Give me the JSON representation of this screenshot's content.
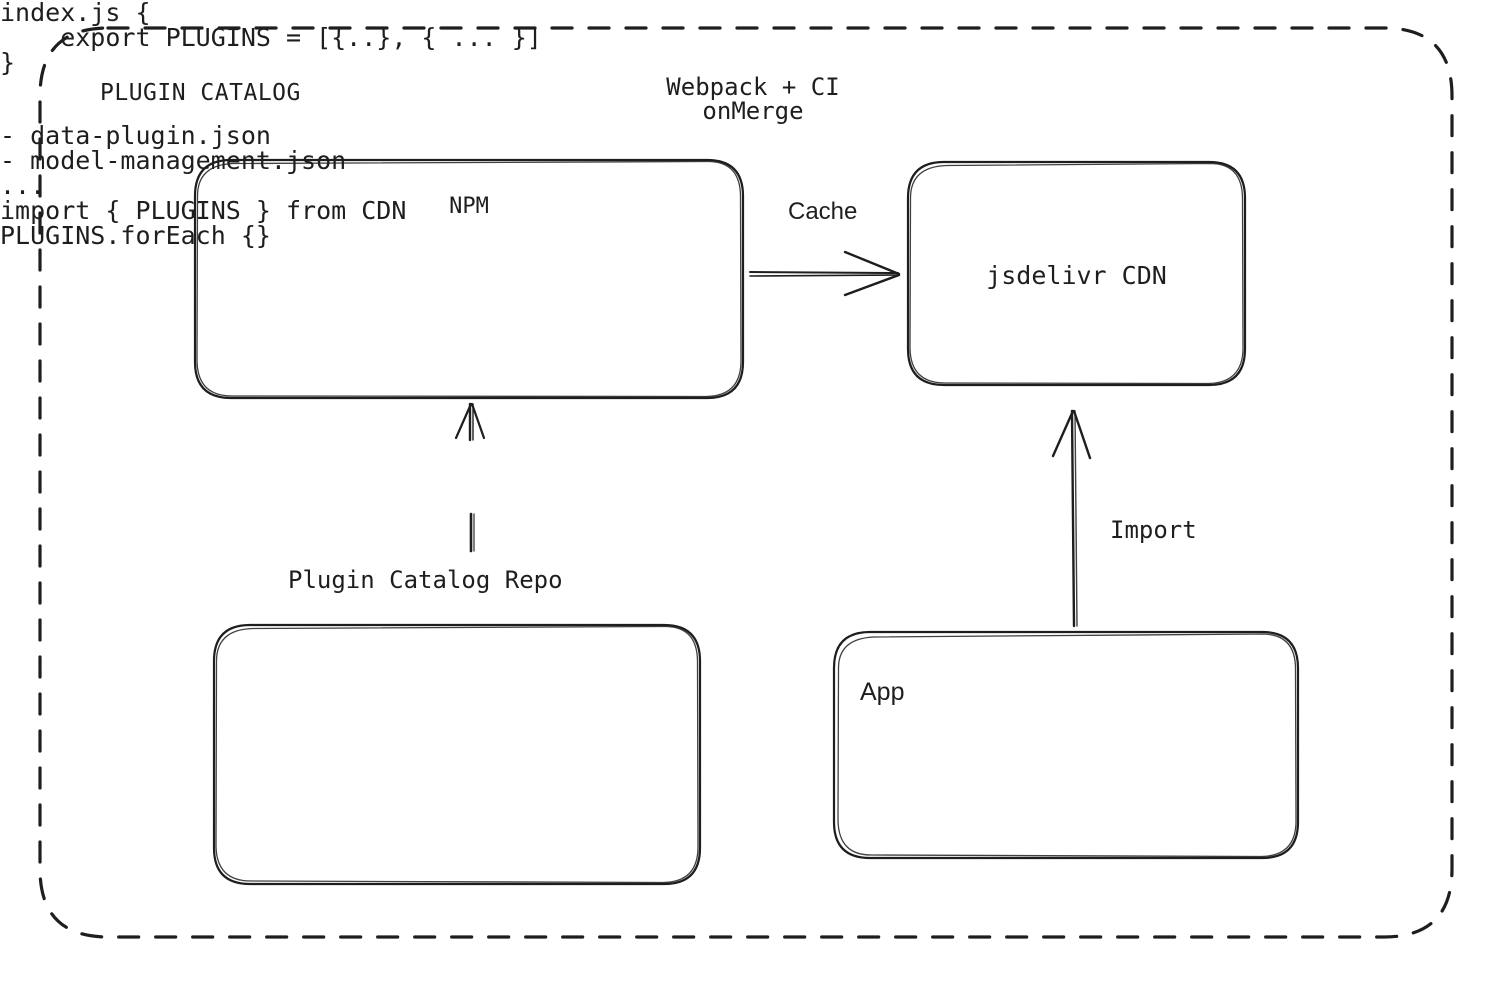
{
  "diagram": {
    "container_label": "PLUGIN CATALOG",
    "stroke_color": "#1e1e1e",
    "background_color": "#ffffff"
  },
  "nodes": {
    "npm": {
      "title": "NPM",
      "code_line_1": "index.js {",
      "code_line_2": "    export PLUGINS = [{..}, { ... }]",
      "code_line_3": "}"
    },
    "cdn": {
      "title": "jsdelivr CDN"
    },
    "repo": {
      "title": "Plugin Catalog Repo",
      "file_line_1": "- data-plugin.json",
      "file_line_2": "- model-management.json",
      "file_line_3": "..."
    },
    "app": {
      "title": "App",
      "code_line_1": "import { PLUGINS } from CDN",
      "code_line_2": "PLUGINS.forEach {}"
    }
  },
  "edges": {
    "npm_to_cdn": {
      "label": "Cache"
    },
    "repo_to_npm": {
      "label_line_1": "Webpack + CI",
      "label_line_2": "onMerge"
    },
    "app_to_cdn": {
      "label": "Import"
    }
  }
}
